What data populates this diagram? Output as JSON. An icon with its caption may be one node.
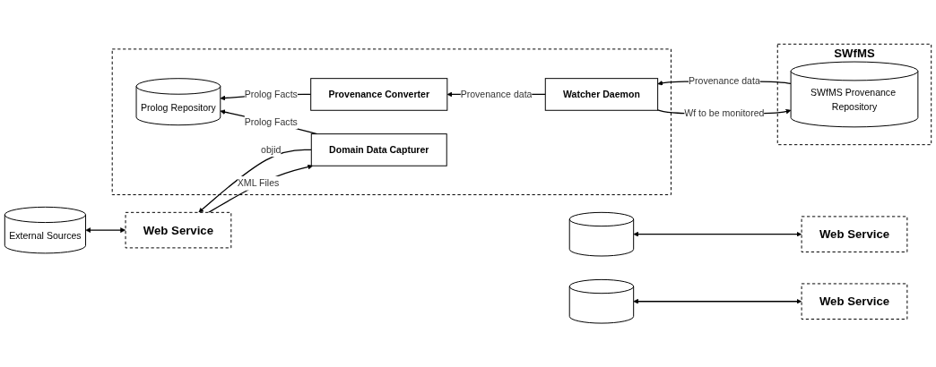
{
  "diagram": {
    "nodes": [
      {
        "text": [],
        "shape": "box"
      },
      {
        "text": [
          "Provenance Converter"
        ],
        "in": 0
      },
      {
        "text": [
          "Watcher Daemon"
        ],
        "in": 0
      },
      {
        "text": [
          "Prolog Repository"
        ],
        "in": 0
      },
      {
        "text": [
          "Domain Data Capturer"
        ],
        "in": 0
      },
      {
        "text": [
          "SWfMS"
        ]
      },
      {
        "text": [
          "SWfMS Provenance Repository"
        ],
        "in": 5
      },
      {
        "text": [
          "Web Service"
        ]
      },
      {
        "text": [
          "Web Service"
        ]
      },
      {
        "text": [
          "Web Service"
        ]
      },
      {
        "text": [],
        "shape": "cylinder"
      },
      {
        "text": [],
        "shape": "cylinder"
      },
      {
        "text": [
          "External Sources"
        ]
      }
    ],
    "edges": [
      {
        "from": 2,
        "to": 1,
        "arrow": "to",
        "label": "Provenance data"
      },
      {
        "from": 1,
        "to": 3,
        "arrow": "to",
        "label": "Prolog Facts"
      },
      {
        "from": 4,
        "to": 3,
        "arrow": "to",
        "label": "Prolog Facts"
      },
      {
        "from": 2,
        "to": 6,
        "arrow": "to",
        "label": "Wf to be monitored"
      },
      {
        "from": 6,
        "to": 2,
        "arrow": "to",
        "label": "Provenance data"
      },
      {
        "from": 4,
        "to": 9,
        "arrow": "to",
        "label": "objid"
      },
      {
        "from": 9,
        "to": 4,
        "arrow": "to",
        "label": "XML Files"
      },
      {
        "from": 7,
        "to": 10,
        "arrow": "both"
      },
      {
        "from": 8,
        "to": 11,
        "arrow": "both"
      },
      {
        "from": 9,
        "to": 12,
        "arrow": "both"
      }
    ]
  }
}
